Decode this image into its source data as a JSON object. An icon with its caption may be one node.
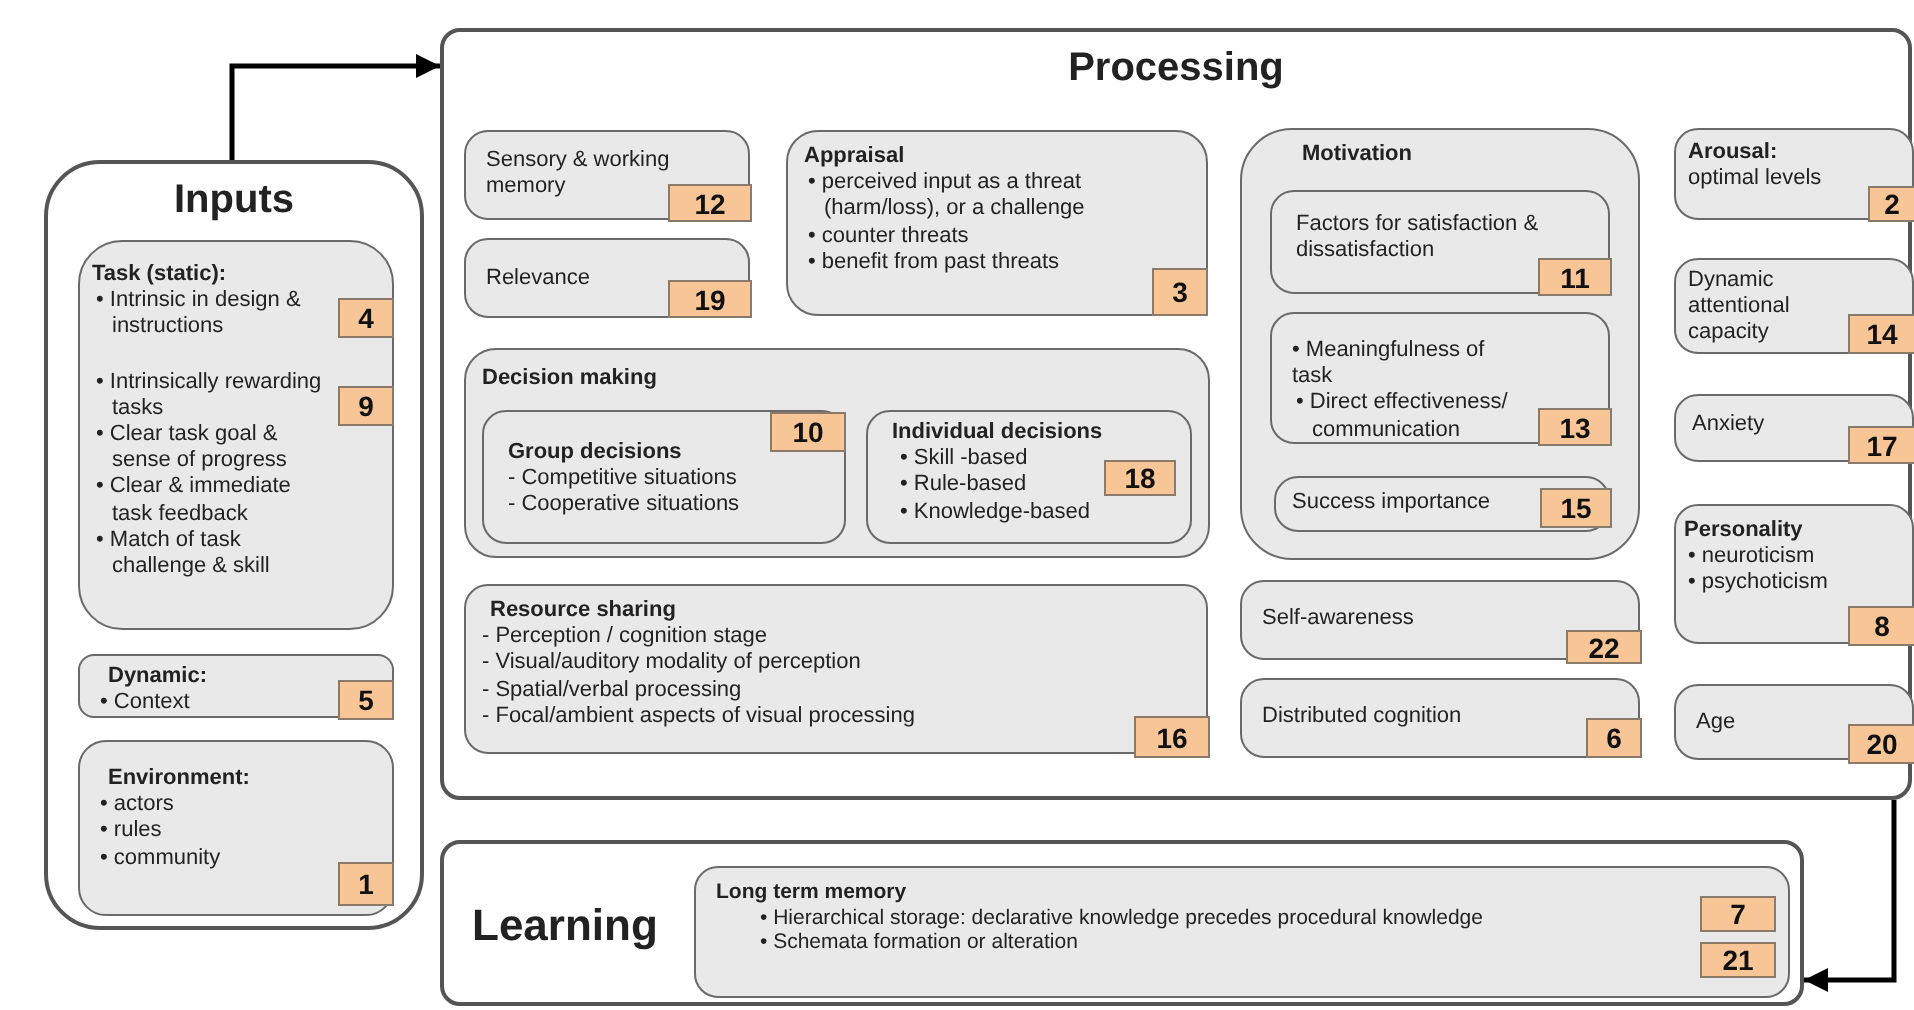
{
  "diagram": {
    "nodes": [
      {
        "text": [
          "Inputs"
        ]
      },
      {
        "text": [
          "Task (static):",
          "• Intrinsic in design & instructions",
          "• Intrinsically rewarding tasks",
          "• Clear task goal & sense of progress",
          "• Clear & immediate task feedback",
          "• Match of task challenge & skill"
        ],
        "in": 0
      },
      {
        "text": [
          "4"
        ],
        "in": 1
      },
      {
        "text": [
          "9"
        ],
        "in": 1
      },
      {
        "text": [
          "Dynamic:",
          "• Context"
        ],
        "in": 0
      },
      {
        "text": [
          "5"
        ],
        "in": 4
      },
      {
        "text": [
          "Environment:",
          "• actors",
          "• rules",
          "• community"
        ],
        "in": 0
      },
      {
        "text": [
          "1"
        ],
        "in": 6
      },
      {
        "text": [
          "Processing"
        ]
      },
      {
        "text": [
          "Sensory & working memory"
        ],
        "in": 8
      },
      {
        "text": [
          "12"
        ],
        "in": 9
      },
      {
        "text": [
          "Relevance"
        ],
        "in": 8
      },
      {
        "text": [
          "19"
        ],
        "in": 11
      },
      {
        "text": [
          "Appraisal",
          "• perceived input as a threat (harm/loss), or a challenge",
          "• counter threats",
          "• benefit from past threats"
        ],
        "in": 8
      },
      {
        "text": [
          "3"
        ],
        "in": 13
      },
      {
        "text": [
          "Motivation"
        ],
        "in": 8
      },
      {
        "text": [
          "Factors for satisfaction & dissatisfaction"
        ],
        "in": 15
      },
      {
        "text": [
          "11"
        ],
        "in": 16
      },
      {
        "text": [
          "• Meaningfulness of task",
          "• Direct effectiveness/ communication"
        ],
        "in": 15
      },
      {
        "text": [
          "13"
        ],
        "in": 18
      },
      {
        "text": [
          "Success importance"
        ],
        "in": 15
      },
      {
        "text": [
          "15"
        ],
        "in": 20
      },
      {
        "text": [
          "Arousal:",
          "optimal levels"
        ],
        "in": 8
      },
      {
        "text": [
          "2"
        ],
        "in": 22
      },
      {
        "text": [
          "Dynamic attentional capacity"
        ],
        "in": 8
      },
      {
        "text": [
          "14"
        ],
        "in": 24
      },
      {
        "text": [
          "Decision making"
        ],
        "in": 8
      },
      {
        "text": [
          "Group decisions",
          "- Competitive situations",
          "- Cooperative situations"
        ],
        "in": 26
      },
      {
        "text": [
          "10"
        ],
        "in": 27
      },
      {
        "text": [
          "Individual decisions",
          "• Skill -based",
          "• Rule-based",
          "• Knowledge-based"
        ],
        "in": 26
      },
      {
        "text": [
          "18"
        ],
        "in": 29
      },
      {
        "text": [
          "Anxiety"
        ],
        "in": 8
      },
      {
        "text": [
          "17"
        ],
        "in": 31
      },
      {
        "text": [
          "Personality",
          "• neuroticism",
          "• psychoticism"
        ],
        "in": 8
      },
      {
        "text": [
          "8"
        ],
        "in": 33
      },
      {
        "text": [
          "Resource sharing",
          "- Perception / cognition stage",
          "- Visual/auditory modality of perception",
          "- Spatial/verbal processing",
          "- Focal/ambient aspects of visual processing"
        ],
        "in": 8
      },
      {
        "text": [
          "16"
        ],
        "in": 35
      },
      {
        "text": [
          "Self-awareness"
        ],
        "in": 8
      },
      {
        "text": [
          "22"
        ],
        "in": 37
      },
      {
        "text": [
          "Distributed cognition"
        ],
        "in": 8
      },
      {
        "text": [
          "6"
        ],
        "in": 39
      },
      {
        "text": [
          "Age"
        ],
        "in": 8
      },
      {
        "text": [
          "20"
        ],
        "in": 41
      },
      {
        "text": [
          "Learning"
        ]
      },
      {
        "text": [
          "Long term memory",
          "• Hierarchical storage:  declarative knowledge precedes procedural knowledge",
          "• Schemata formation or alteration"
        ],
        "in": 43
      },
      {
        "text": [
          "7"
        ],
        "in": 44
      },
      {
        "text": [
          "21"
        ],
        "in": 44
      }
    ],
    "edges": [
      {
        "from": 0,
        "to": 8,
        "arrow": "to"
      },
      {
        "from": 8,
        "to": 43,
        "arrow": "to"
      }
    ]
  }
}
